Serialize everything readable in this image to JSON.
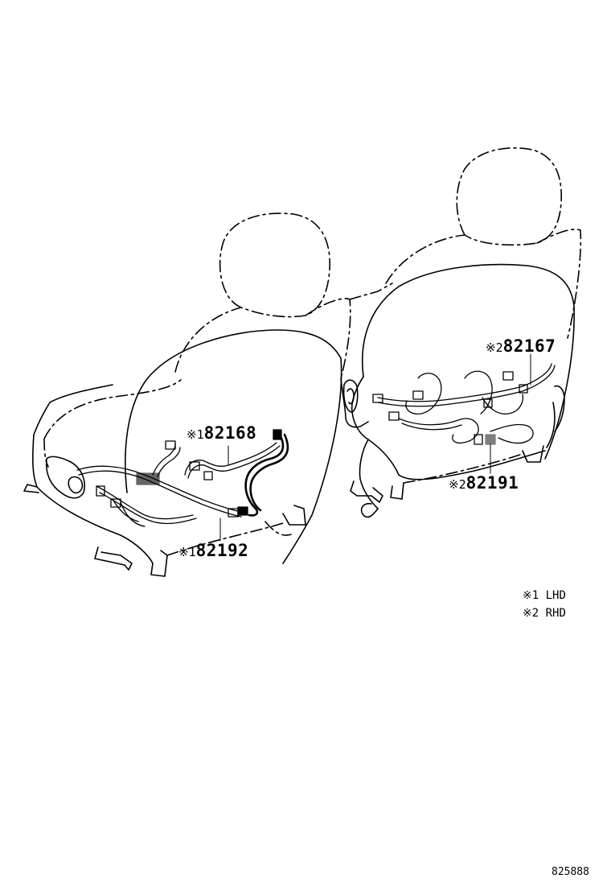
{
  "callouts": {
    "p82168": {
      "mark": "※1",
      "number": "82168"
    },
    "p82192": {
      "mark": "※1",
      "number": "82192"
    },
    "p82167": {
      "mark": "※2",
      "number": "82167"
    },
    "p82191": {
      "mark": "※2",
      "number": "82191"
    }
  },
  "legend": {
    "lhd": "※1 LHD",
    "rhd": "※2 RHD"
  },
  "diagram_code": "825888"
}
